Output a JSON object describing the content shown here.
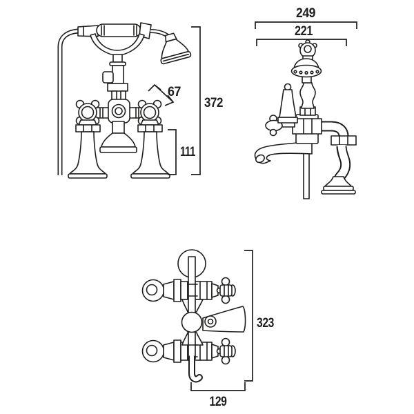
{
  "drawing": {
    "background_color": "#ffffff",
    "line_color": "#1d1d1b",
    "views": {
      "front": {
        "overall_height": "372",
        "handle_diagonal": "67",
        "leg_height": "111"
      },
      "side": {
        "overall_depth": "249",
        "spout_depth": "221"
      },
      "wall_mounted": {
        "overall_height": "323",
        "bottom_depth": "129"
      }
    }
  }
}
